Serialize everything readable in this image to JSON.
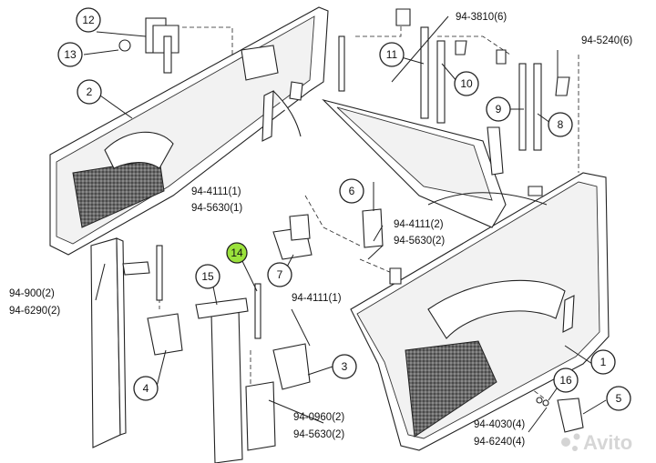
{
  "callouts": [
    {
      "id": "c1",
      "label": "1"
    },
    {
      "id": "c2",
      "label": "2"
    },
    {
      "id": "c3",
      "label": "3"
    },
    {
      "id": "c4",
      "label": "4"
    },
    {
      "id": "c5",
      "label": "5"
    },
    {
      "id": "c6",
      "label": "6"
    },
    {
      "id": "c7",
      "label": "7"
    },
    {
      "id": "c8",
      "label": "8"
    },
    {
      "id": "c9",
      "label": "9"
    },
    {
      "id": "c10",
      "label": "10"
    },
    {
      "id": "c11",
      "label": "11"
    },
    {
      "id": "c12",
      "label": "12"
    },
    {
      "id": "c13",
      "label": "13"
    },
    {
      "id": "c14",
      "label": "14"
    },
    {
      "id": "c15",
      "label": "15"
    },
    {
      "id": "c16",
      "label": "16"
    }
  ],
  "references": [
    "94-3810(6)",
    "94-5240(6)",
    "94-4111(1)",
    "94-5630(1)",
    "94-4111(2)",
    "94-5630(2)",
    "94-900(2)",
    "94-6290(2)",
    "94-4111(1)",
    "94-0960(2)",
    "94-5630(2)",
    "94-4030(4)",
    "94-6240(4)"
  ],
  "highlight_color": "#9be23c",
  "watermark": {
    "text": "Avito",
    "icon": "avito-logo-icon"
  }
}
